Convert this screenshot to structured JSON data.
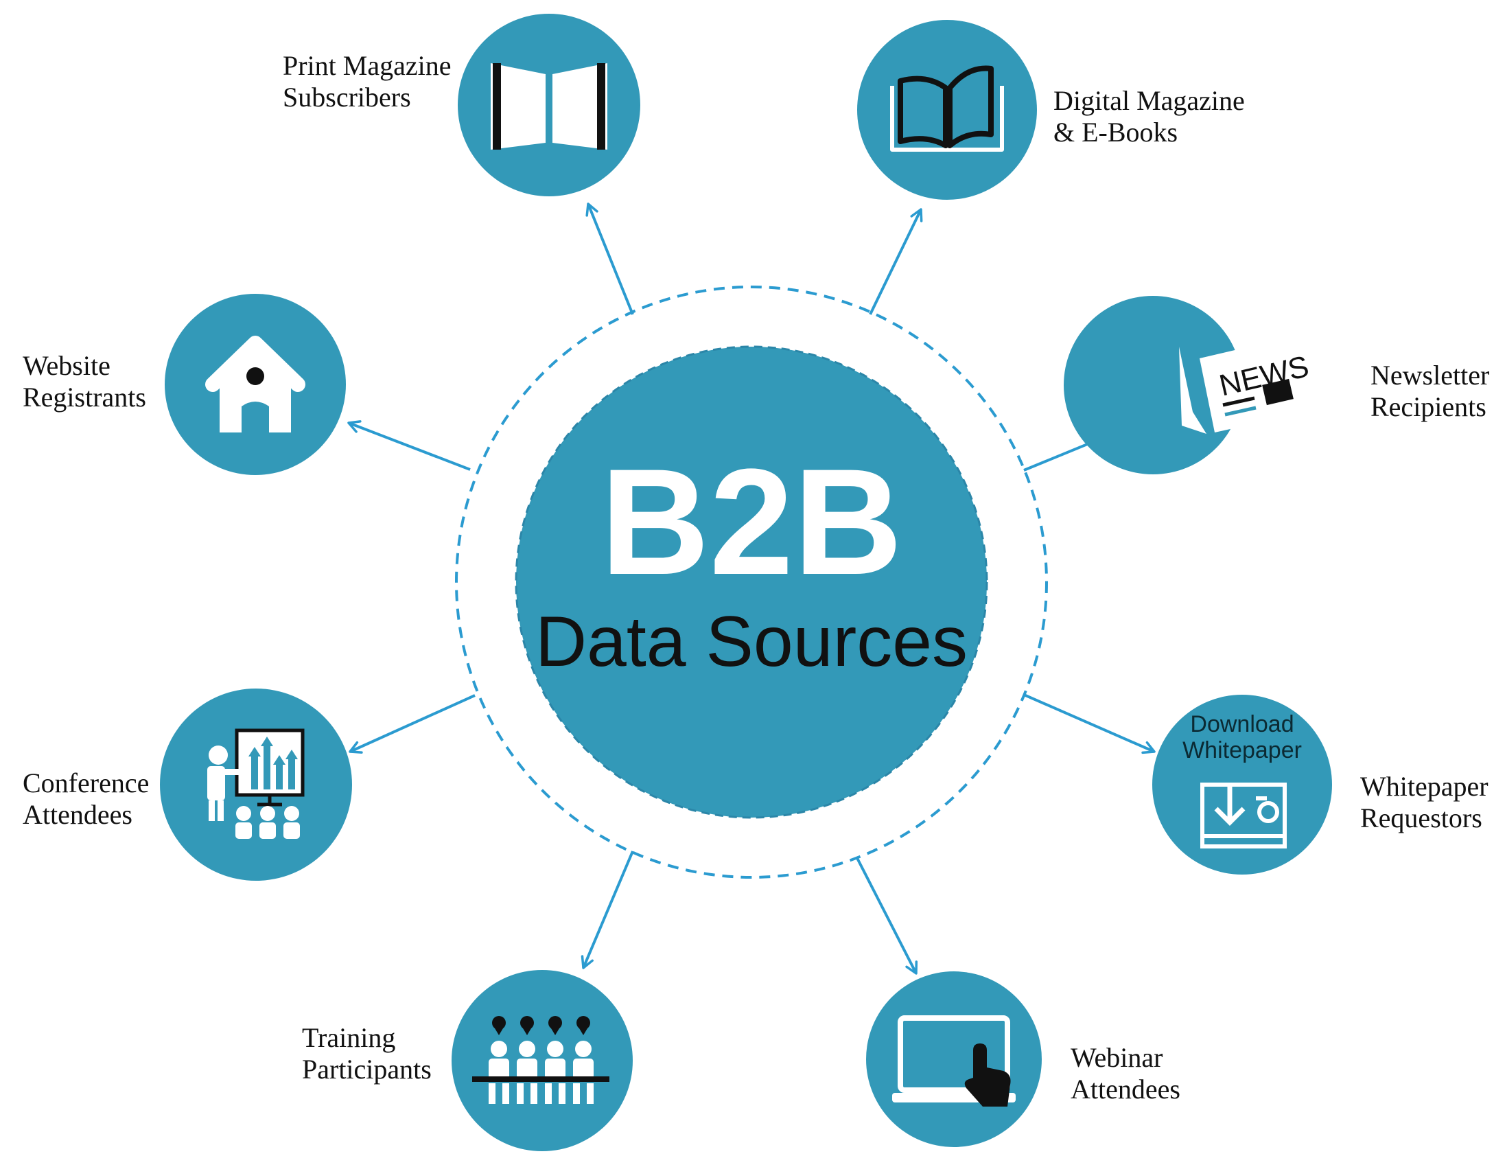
{
  "center": {
    "title": "B2B",
    "subtitle": "Data Sources"
  },
  "colors": {
    "circle": "#3399b8",
    "arrow": "#2b9bd0",
    "icon_dark": "#111111",
    "icon_light": "#ffffff"
  },
  "nodes": [
    {
      "id": "print",
      "icon": "open-magazine-icon",
      "label": [
        "Print Magazine",
        "Subscribers"
      ]
    },
    {
      "id": "digital",
      "icon": "open-book-icon",
      "label": [
        "Digital Magazine",
        "& E-Books"
      ]
    },
    {
      "id": "newsletter",
      "icon": "newspaper-icon",
      "icon_text": "NEWS",
      "label": [
        "Newsletter",
        "Recipients"
      ]
    },
    {
      "id": "whitepaper",
      "icon": "download-whitepaper-icon",
      "icon_text": [
        "Download",
        "Whitepaper"
      ],
      "label": [
        "Whitepaper",
        "Requestors"
      ]
    },
    {
      "id": "webinar",
      "icon": "laptop-pointer-icon",
      "label": [
        "Webinar",
        "Attendees"
      ]
    },
    {
      "id": "training",
      "icon": "training-group-icon",
      "label": [
        "Training",
        "Participants"
      ]
    },
    {
      "id": "conference",
      "icon": "presenter-chart-icon",
      "label": [
        "Conference",
        "Attendees"
      ]
    },
    {
      "id": "website",
      "icon": "house-icon",
      "label": [
        "Website",
        "Registrants"
      ]
    }
  ]
}
